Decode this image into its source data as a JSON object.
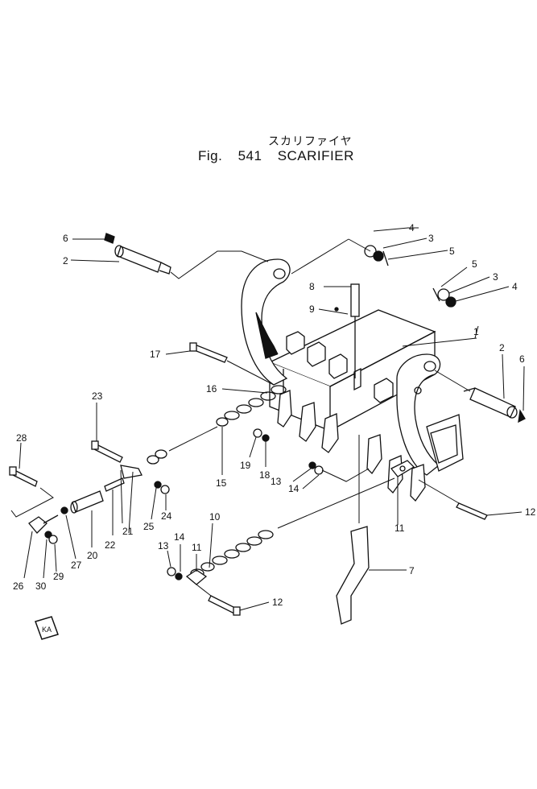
{
  "header": {
    "title_jp": "スカリファイヤ",
    "fig_label": "Fig.",
    "fig_number": "541",
    "title": "SCARIFIER"
  },
  "callouts": [
    "1",
    "2",
    "2",
    "3",
    "3",
    "4",
    "4",
    "5",
    "5",
    "6",
    "6",
    "7",
    "8",
    "9",
    "10",
    "11",
    "11",
    "12",
    "12",
    "13",
    "13",
    "14",
    "14",
    "15",
    "16",
    "17",
    "18",
    "19",
    "20",
    "21",
    "22",
    "23",
    "24",
    "25",
    "26",
    "27",
    "28",
    "29",
    "30"
  ],
  "badge": {
    "text": "KA"
  },
  "colors": {
    "ink": "#111111",
    "paper": "#ffffff"
  }
}
